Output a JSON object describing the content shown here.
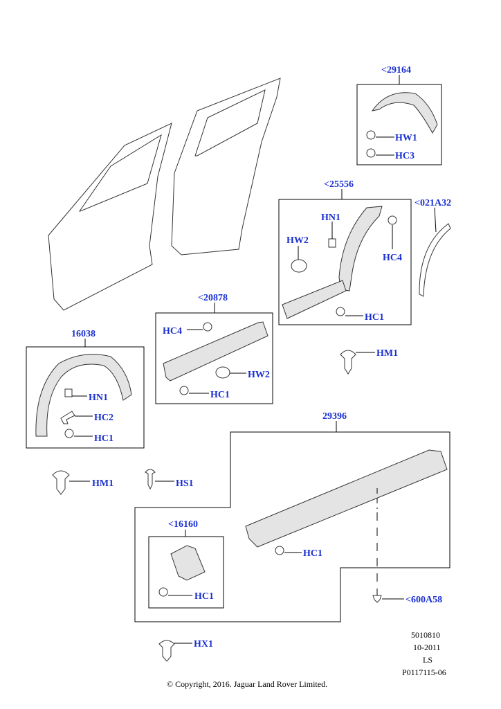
{
  "labels": {
    "l29164": "<29164",
    "lHW1": "HW1",
    "lHC3": "HC3",
    "l25556": "<25556",
    "lHN1a": "HN1",
    "lHW2a": "HW2",
    "lHC4a": "HC4",
    "lHC1a": "HC1",
    "l021A32": "<021A32",
    "lHM1a": "HM1",
    "l20878": "<20878",
    "lHC4b": "HC4",
    "lHW2b": "HW2",
    "lHC1b": "HC1",
    "l16038": "16038",
    "lHN1b": "HN1",
    "lHC2": "HC2",
    "lHC1c": "HC1",
    "lHM1b": "HM1",
    "lHS1": "HS1",
    "l29396": "29396",
    "l16160": "<16160",
    "lHC1d": "HC1",
    "lHC1e": "HC1",
    "l600A58": "<600A58",
    "lHX1": "HX1"
  },
  "meta": {
    "code": "5010810",
    "date": "10-2011",
    "ls": "LS",
    "ref": "P0117115-06",
    "copyright": "© Copyright, 2016. Jaguar Land Rover Limited."
  }
}
